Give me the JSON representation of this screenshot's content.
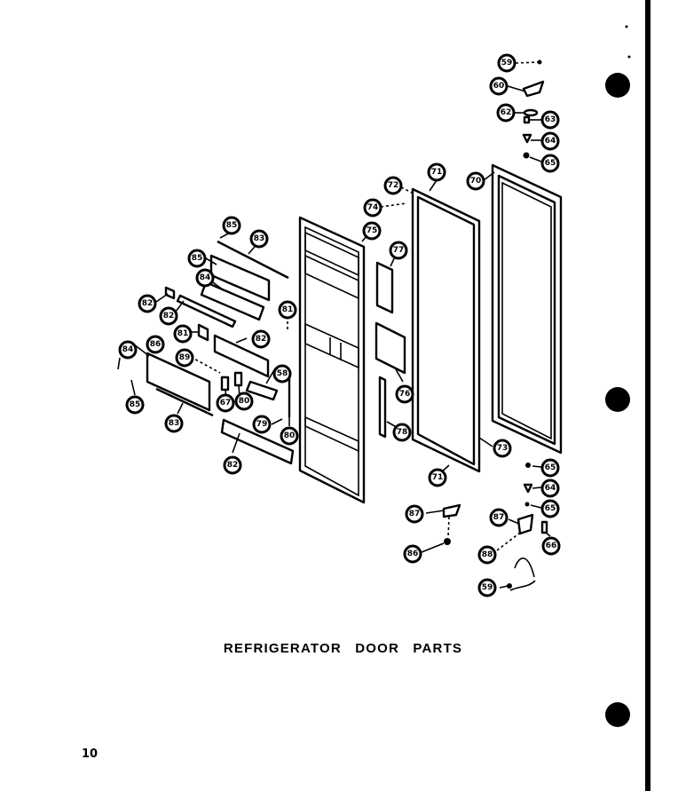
{
  "caption": "REFRIGERATOR DOOR PARTS",
  "page_number": "10",
  "callouts": {
    "c59a": "59",
    "c60": "60",
    "c62a": "62",
    "c63": "63",
    "c64a": "64",
    "c65a": "65",
    "c70": "70",
    "c71a": "71",
    "c72": "72",
    "c74": "74",
    "c75": "75",
    "c77": "77",
    "c85a": "85",
    "c83a": "83",
    "c85b": "85",
    "c84a": "84",
    "c82a": "82",
    "c82b": "82",
    "c81a": "81",
    "c81b": "81",
    "c82c": "82",
    "c84b": "84",
    "c86a": "86",
    "c89": "89",
    "c58": "58",
    "c67": "67",
    "c80": "80",
    "c76": "76",
    "c85c": "85",
    "c83b": "83",
    "c79a": "79",
    "c80b": "80",
    "c78": "78",
    "c73": "73",
    "c71b": "71",
    "c82d": "82",
    "c65b": "65",
    "c64b": "64",
    "c65c": "65",
    "c87a": "87",
    "c86b": "86",
    "c87b": "87",
    "c88": "88",
    "c66": "66",
    "c59b": "59"
  }
}
